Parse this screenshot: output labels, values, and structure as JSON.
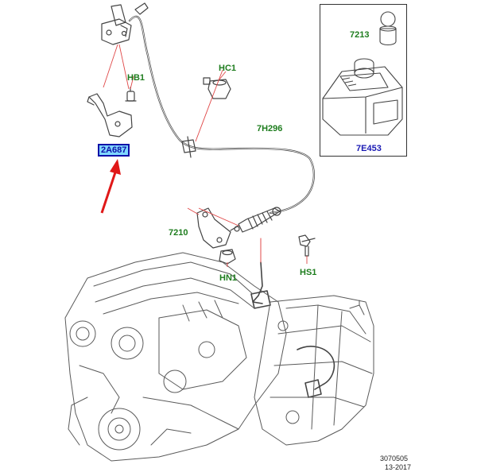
{
  "colors": {
    "callout_green": "#1e7d1e",
    "callout_blue": "#1a1ab4",
    "highlight_fill": "#7fd7ff",
    "highlight_border": "#1010a8",
    "arrow_red": "#e01818",
    "leader_red": "#e04848"
  },
  "labels": {
    "hb1": "HB1",
    "hc1": "HC1",
    "p7213": "7213",
    "p7h296": "7H296",
    "p2a687": "2A687",
    "p7e453": "7E453",
    "p7210": "7210",
    "hn1": "HN1",
    "hs1": "HS1"
  },
  "footer": {
    "code": "3070505",
    "date": "13-2017"
  }
}
